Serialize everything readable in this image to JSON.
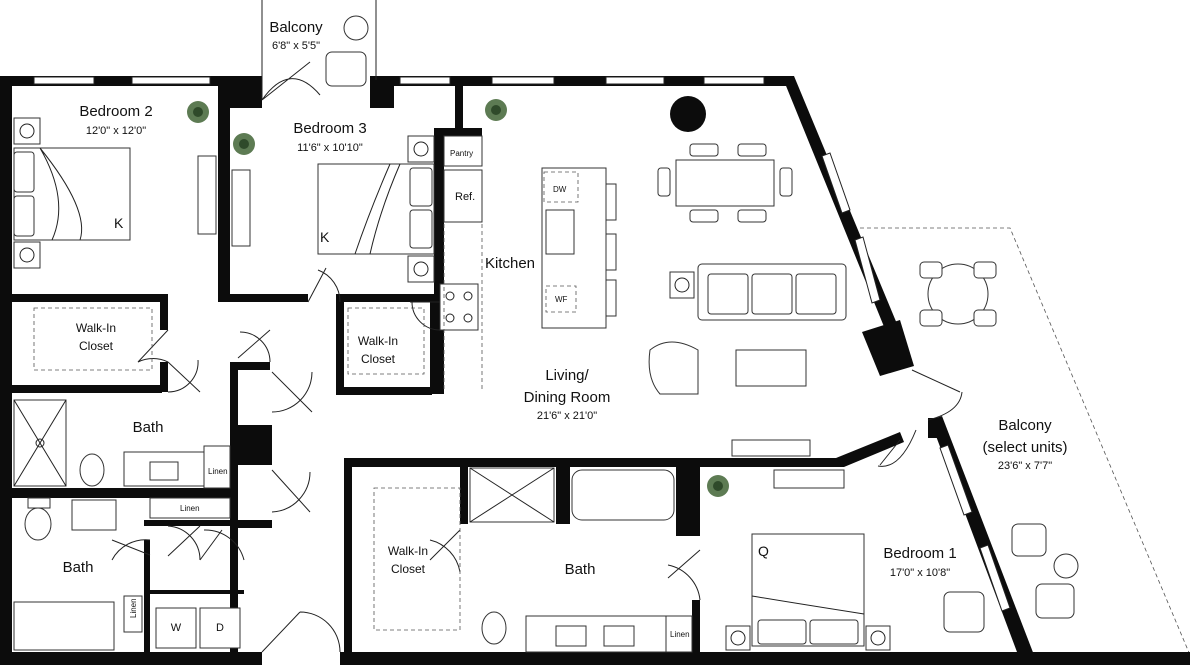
{
  "rooms": {
    "balcony_top": {
      "name": "Balcony",
      "dim": "6'8\" x 5'5\""
    },
    "bedroom2": {
      "name": "Bedroom 2",
      "dim": "12'0\" x 12'0\"",
      "bed": "K"
    },
    "bedroom3": {
      "name": "Bedroom 3",
      "dim": "11'6\" x 10'10\"",
      "bed": "K"
    },
    "kitchen": {
      "name": "Kitchen",
      "pantry": "Pantry",
      "ref": "Ref.",
      "dw": "DW",
      "wf": "WF"
    },
    "living": {
      "name_line1": "Living/",
      "name_line2": "Dining Room",
      "dim": "21'6\" x 21'0\""
    },
    "balcony_right": {
      "name_line1": "Balcony",
      "name_line2": "(select units)",
      "dim": "23'6\" x 7'7\""
    },
    "bedroom1": {
      "name": "Bedroom 1",
      "dim": "17'0\" x 10'8\"",
      "bed": "Q"
    },
    "walkin_left": {
      "line1": "Walk-In",
      "line2": "Closet"
    },
    "walkin_mid": {
      "line1": "Walk-In",
      "line2": "Closet"
    },
    "walkin_bed1": {
      "line1": "Walk-In",
      "line2": "Closet"
    },
    "bath_upper": {
      "name": "Bath",
      "linen": "Linen"
    },
    "bath_lower": {
      "name": "Bath",
      "linen": "Linen"
    },
    "bath_main": {
      "name": "Bath",
      "linen": "Linen"
    },
    "hall_linen": {
      "name": "Linen"
    },
    "laundry": {
      "washer": "W",
      "dryer": "D"
    }
  }
}
